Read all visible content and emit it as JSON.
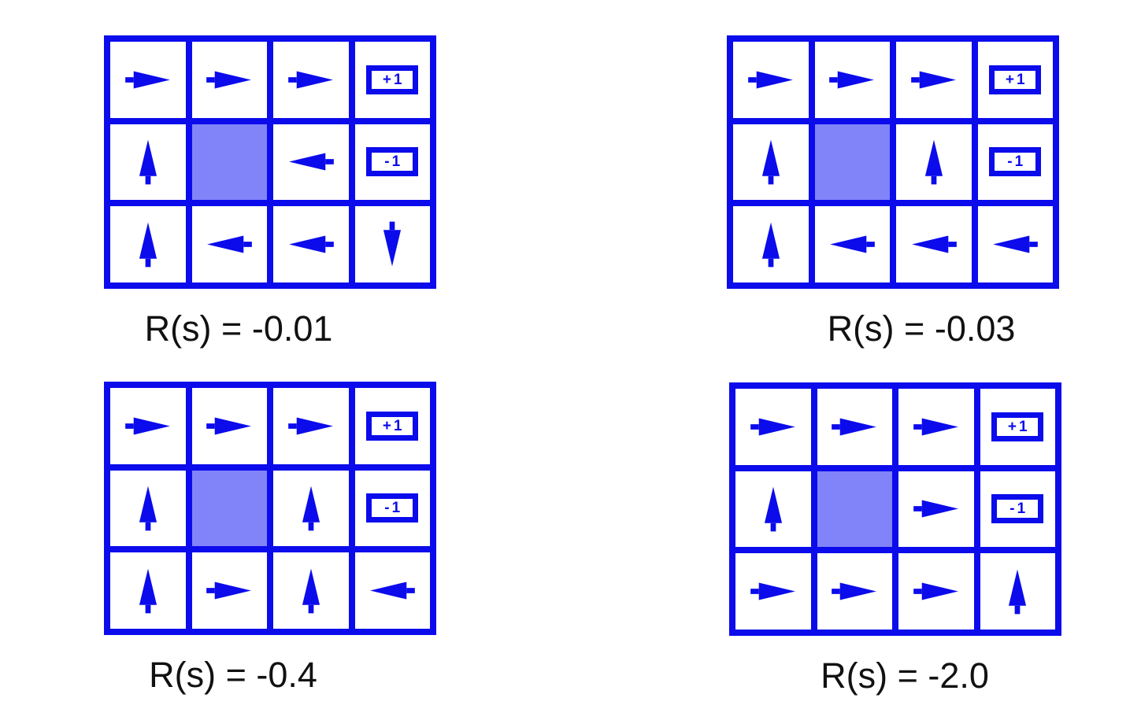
{
  "colors": {
    "accent_blue": "#0b0bec",
    "wall_fill": "#8183f8",
    "label_text": "#111111",
    "background": "#ffffff"
  },
  "terminals": {
    "plus": "+1",
    "minus": "-1"
  },
  "grids": [
    {
      "id": "top-left",
      "label": "R(s) = -0.01",
      "rows": 3,
      "cols": 4,
      "cells": [
        [
          "right",
          "right",
          "right",
          "plus"
        ],
        [
          "up",
          "wall",
          "left",
          "minus"
        ],
        [
          "up",
          "left",
          "left",
          "down"
        ]
      ]
    },
    {
      "id": "top-right",
      "label": "R(s) = -0.03",
      "rows": 3,
      "cols": 4,
      "cells": [
        [
          "right",
          "right",
          "right",
          "plus"
        ],
        [
          "up",
          "wall",
          "up",
          "minus"
        ],
        [
          "up",
          "left",
          "left",
          "left"
        ]
      ]
    },
    {
      "id": "bottom-left",
      "label": "R(s) = -0.4",
      "rows": 3,
      "cols": 4,
      "cells": [
        [
          "right",
          "right",
          "right",
          "plus"
        ],
        [
          "up",
          "wall",
          "up",
          "minus"
        ],
        [
          "up",
          "right",
          "up",
          "left"
        ]
      ]
    },
    {
      "id": "bottom-right",
      "label": "R(s) = -2.0",
      "rows": 3,
      "cols": 4,
      "cells": [
        [
          "right",
          "right",
          "right",
          "plus"
        ],
        [
          "up",
          "wall",
          "right",
          "minus"
        ],
        [
          "right",
          "right",
          "right",
          "up"
        ]
      ]
    }
  ]
}
